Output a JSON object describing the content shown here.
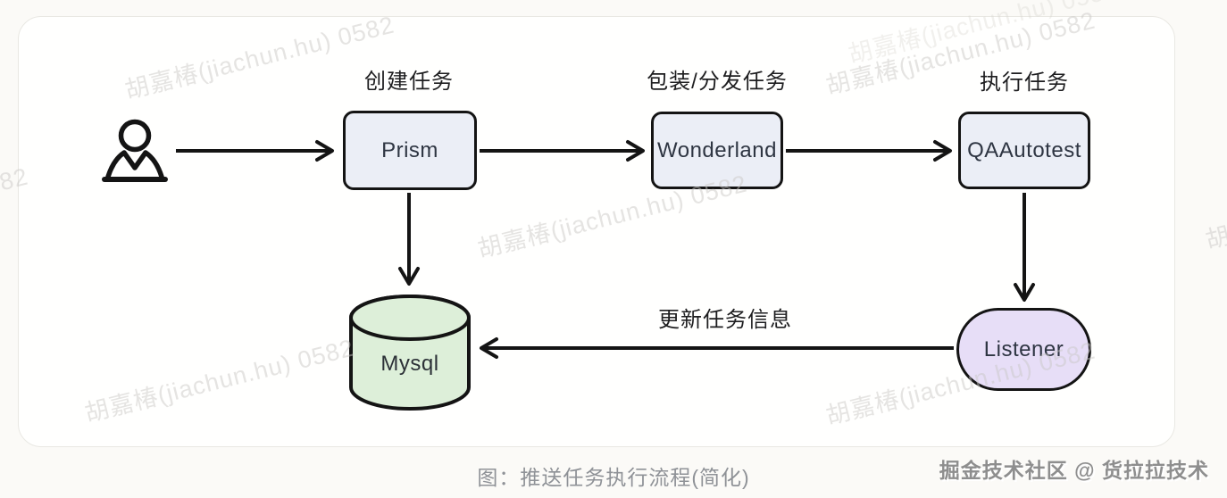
{
  "diagram": {
    "stages": {
      "create_label": "创建任务",
      "dispatch_label": "包装/分发任务",
      "execute_label": "执行任务"
    },
    "nodes": {
      "prism": "Prism",
      "wonderland": "Wonderland",
      "qaautotest": "QAAutotest",
      "mysql": "Mysql",
      "listener": "Listener"
    },
    "edges": {
      "update_label": "更新任务信息"
    },
    "colors": {
      "node_fill": "#ebeef6",
      "mysql_fill": "#ddefd9",
      "listener_fill": "#e7def7",
      "stroke": "#141414"
    }
  },
  "caption": "图：推送任务执行流程(简化)",
  "watermark": {
    "diagonal_text": "胡嘉椿(jiachun.hu) 0582",
    "signature": "掘金技术社区 @ 货拉拉技术"
  }
}
